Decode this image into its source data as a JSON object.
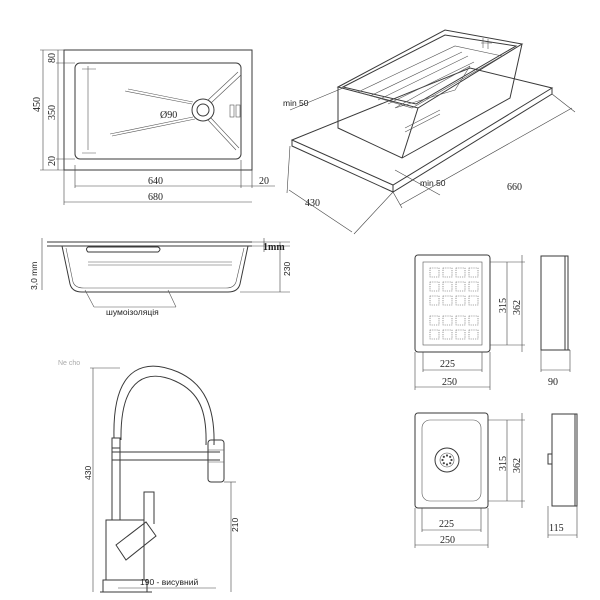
{
  "top_view": {
    "dims": {
      "total_width": "680",
      "bowl_width": "640",
      "right_margin": "20",
      "total_height": "450",
      "top_margin": "80",
      "bowl_height": "350",
      "bottom_margin": "20",
      "drain_diameter": "Ø90"
    }
  },
  "iso_view": {
    "dims": {
      "min_top": "min 50",
      "min_bottom": "min 50",
      "depth": "430",
      "length": "660"
    }
  },
  "section_view": {
    "dims": {
      "thickness": "3,0 mm",
      "rim": "1mm",
      "depth": "230"
    },
    "labels": {
      "insulation": "шумоізоляція"
    }
  },
  "colander": {
    "dims": {
      "inner_width": "225",
      "outer_width": "250",
      "inner_height": "315",
      "outer_height": "362",
      "depth": "90"
    }
  },
  "tray": {
    "dims": {
      "inner_width": "225",
      "outer_width": "250",
      "inner_height": "315",
      "outer_height": "362",
      "depth": "115"
    }
  },
  "faucet": {
    "dims": {
      "height": "430",
      "spout_height": "210",
      "reach": "190 - висувний"
    },
    "labels": {
      "watermark": "Ne cho"
    }
  }
}
